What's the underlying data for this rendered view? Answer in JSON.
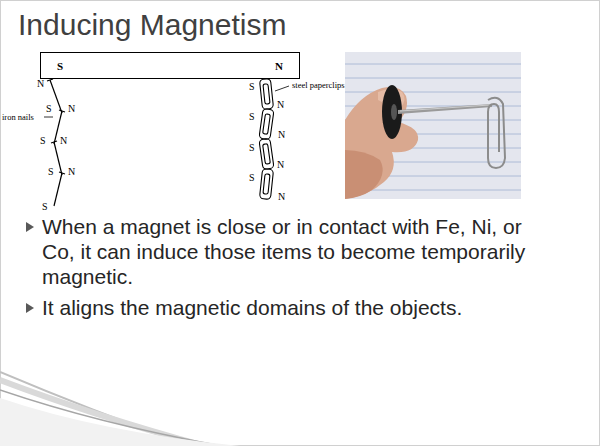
{
  "diagram": {
    "title": "Inducing Magnetism",
    "nodes": [
      {
        "text": [
          "S",
          "N"
        ]
      }
    ],
    "labels": [
      "iron nails",
      "steel paperclips",
      "N",
      "S",
      "N",
      "S",
      "N",
      "S",
      "N",
      "S",
      "S",
      "N",
      "S",
      "N",
      "S",
      "N",
      "S",
      "N",
      "When a magnet is close or in contact with Fe, Ni, or Co, it can induce those items to become temporarily magnetic.",
      "It aligns the magnetic domains of the objects."
    ]
  }
}
